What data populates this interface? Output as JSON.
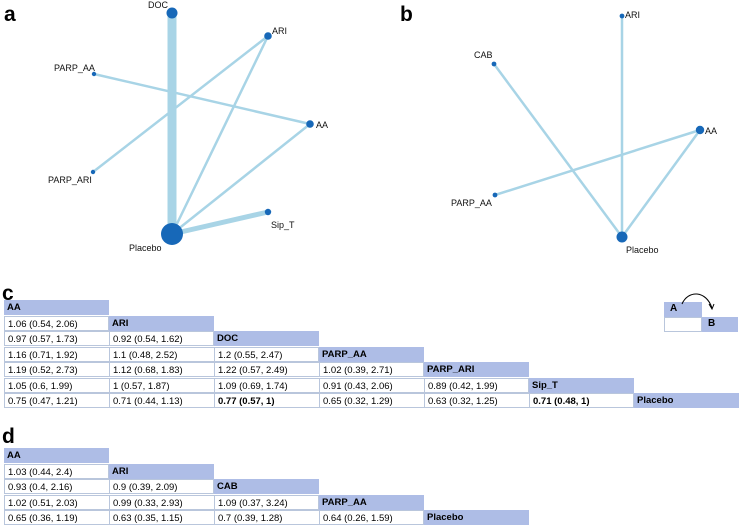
{
  "panels": {
    "a": "a",
    "b": "b",
    "c": "c",
    "d": "d"
  },
  "network_a": {
    "nodes": [
      {
        "id": "DOC",
        "label": "DOC"
      },
      {
        "id": "ARI",
        "label": "ARI"
      },
      {
        "id": "PARP_AA",
        "label": "PARP_AA"
      },
      {
        "id": "AA",
        "label": "AA"
      },
      {
        "id": "PARP_ARI",
        "label": "PARP_ARI"
      },
      {
        "id": "Sip_T",
        "label": "Sip_T"
      },
      {
        "id": "Placebo",
        "label": "Placebo"
      }
    ],
    "edges": [
      [
        "DOC",
        "Placebo"
      ],
      [
        "ARI",
        "Placebo"
      ],
      [
        "ARI",
        "PARP_ARI"
      ],
      [
        "PARP_AA",
        "AA"
      ],
      [
        "AA",
        "Placebo"
      ],
      [
        "Sip_T",
        "Placebo"
      ]
    ]
  },
  "network_b": {
    "nodes": [
      {
        "id": "ARI",
        "label": "ARI"
      },
      {
        "id": "CAB",
        "label": "CAB"
      },
      {
        "id": "AA",
        "label": "AA"
      },
      {
        "id": "PARP_AA",
        "label": "PARP_AA"
      },
      {
        "id": "Placebo",
        "label": "Placebo"
      }
    ],
    "edges": [
      [
        "ARI",
        "Placebo"
      ],
      [
        "CAB",
        "Placebo"
      ],
      [
        "AA",
        "Placebo"
      ],
      [
        "PARP_AA",
        "AA"
      ]
    ]
  },
  "league_c": {
    "treatments": [
      "AA",
      "ARI",
      "DOC",
      "PARP_AA",
      "PARP_ARI",
      "Sip_T",
      "Placebo"
    ],
    "rows": [
      [],
      [
        "1.06 (0.54, 2.06)"
      ],
      [
        "0.97 (0.57, 1.73)",
        "0.92 (0.54, 1.62)"
      ],
      [
        "1.16 (0.71, 1.92)",
        "1.1 (0.48, 2.52)",
        "1.2 (0.55, 2.47)"
      ],
      [
        "1.19 (0.52, 2.73)",
        "1.12 (0.68, 1.83)",
        "1.22 (0.57, 2.49)",
        "1.02 (0.39, 2.71)"
      ],
      [
        "1.05 (0.6, 1.99)",
        "1 (0.57, 1.87)",
        "1.09 (0.69, 1.74)",
        "0.91 (0.43, 2.06)",
        "0.89 (0.42, 1.99)"
      ],
      [
        "0.75 (0.47, 1.21)",
        "0.71 (0.44, 1.13)",
        "0.77 (0.57, 1)",
        "0.65 (0.32, 1.29)",
        "0.63 (0.32, 1.25)",
        "0.71 (0.48, 1)"
      ]
    ],
    "bold_cells": [
      [
        6,
        2
      ],
      [
        6,
        5
      ]
    ]
  },
  "league_d": {
    "treatments": [
      "AA",
      "ARI",
      "CAB",
      "PARP_AA",
      "Placebo"
    ],
    "rows": [
      [],
      [
        "1.03 (0.44, 2.4)"
      ],
      [
        "0.93 (0.4, 2.16)",
        "0.9 (0.39, 2.09)"
      ],
      [
        "1.02 (0.51, 2.03)",
        "0.99 (0.33, 2.93)",
        "1.09 (0.37, 3.24)"
      ],
      [
        "0.65 (0.36, 1.19)",
        "0.63 (0.35, 1.15)",
        "0.7 (0.39, 1.28)",
        "0.64 (0.26, 1.59)"
      ]
    ],
    "bold_cells": []
  },
  "legend": {
    "a_label": "A",
    "b_label": "B"
  },
  "colors": {
    "node": "#1768b8",
    "edge": "#a8d4e6",
    "header": "#aebde6",
    "border": "#b9c6dc"
  }
}
